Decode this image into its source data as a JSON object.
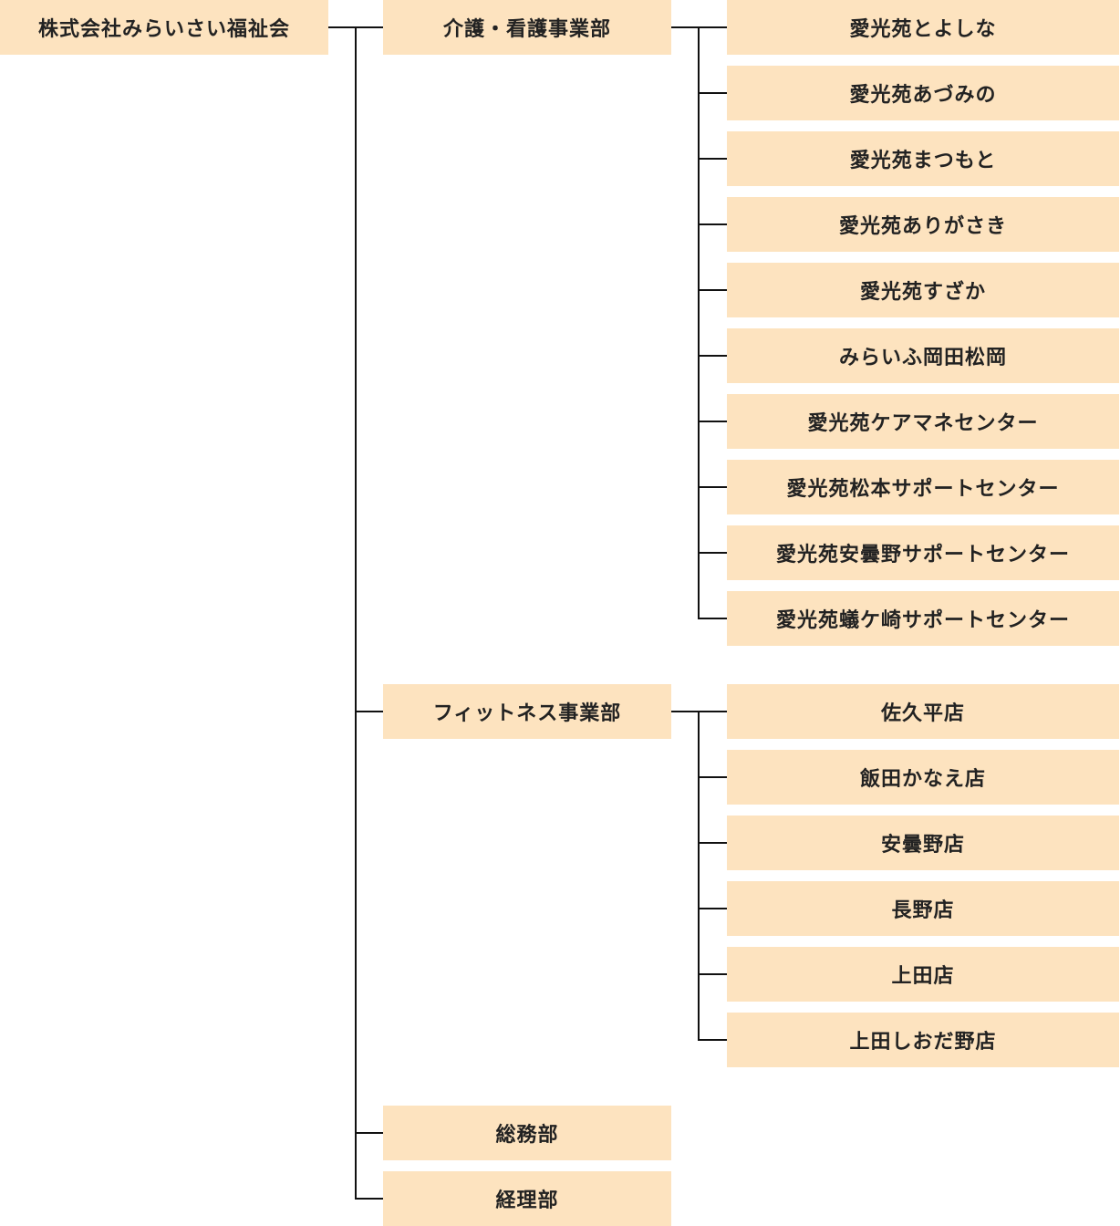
{
  "colors": {
    "box_fill": "#fde3bf",
    "line": "#111111",
    "text": "#222222"
  },
  "org": {
    "root": "株式会社みらいさい福祉会",
    "divisions": [
      {
        "name": "介護・看護事業部",
        "units": [
          "愛光苑とよしな",
          "愛光苑あづみの",
          "愛光苑まつもと",
          "愛光苑ありがさき",
          "愛光苑すざか",
          "みらいふ岡田松岡",
          "愛光苑ケアマネセンター",
          "愛光苑松本サポートセンター",
          "愛光苑安曇野サポートセンター",
          "愛光苑蟻ケ崎サポートセンター"
        ]
      },
      {
        "name": "フィットネス事業部",
        "units": [
          "佐久平店",
          "飯田かなえ店",
          "安曇野店",
          "長野店",
          "上田店",
          "上田しおだ野店"
        ]
      },
      {
        "name": "総務部",
        "units": []
      },
      {
        "name": "経理部",
        "units": []
      }
    ]
  }
}
